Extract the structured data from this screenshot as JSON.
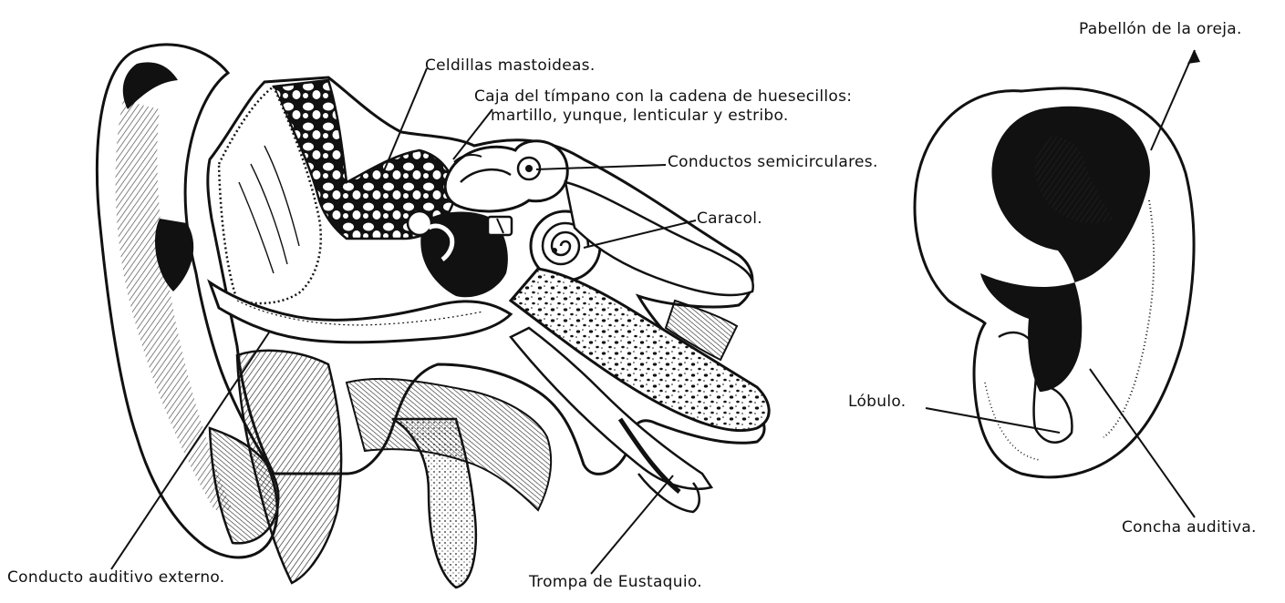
{
  "labels": {
    "celdillas": "Celdillas mastoideas.",
    "caja_line1": "Caja del tímpano con la cadena de huesecillos:",
    "caja_line2": "martillo, yunque, lenticular y estribo.",
    "conductos": "Conductos semicirculares.",
    "caracol": "Caracol.",
    "conducto_auditivo": "Conducto auditivo externo.",
    "trompa": "Trompa de Eustaquio.",
    "pabellon": "Pabellón de la oreja.",
    "lobulo": "Lóbulo.",
    "concha": "Concha auditiva."
  },
  "colors": {
    "ink": "#111111",
    "paper": "#ffffff",
    "shade": "#222222"
  }
}
